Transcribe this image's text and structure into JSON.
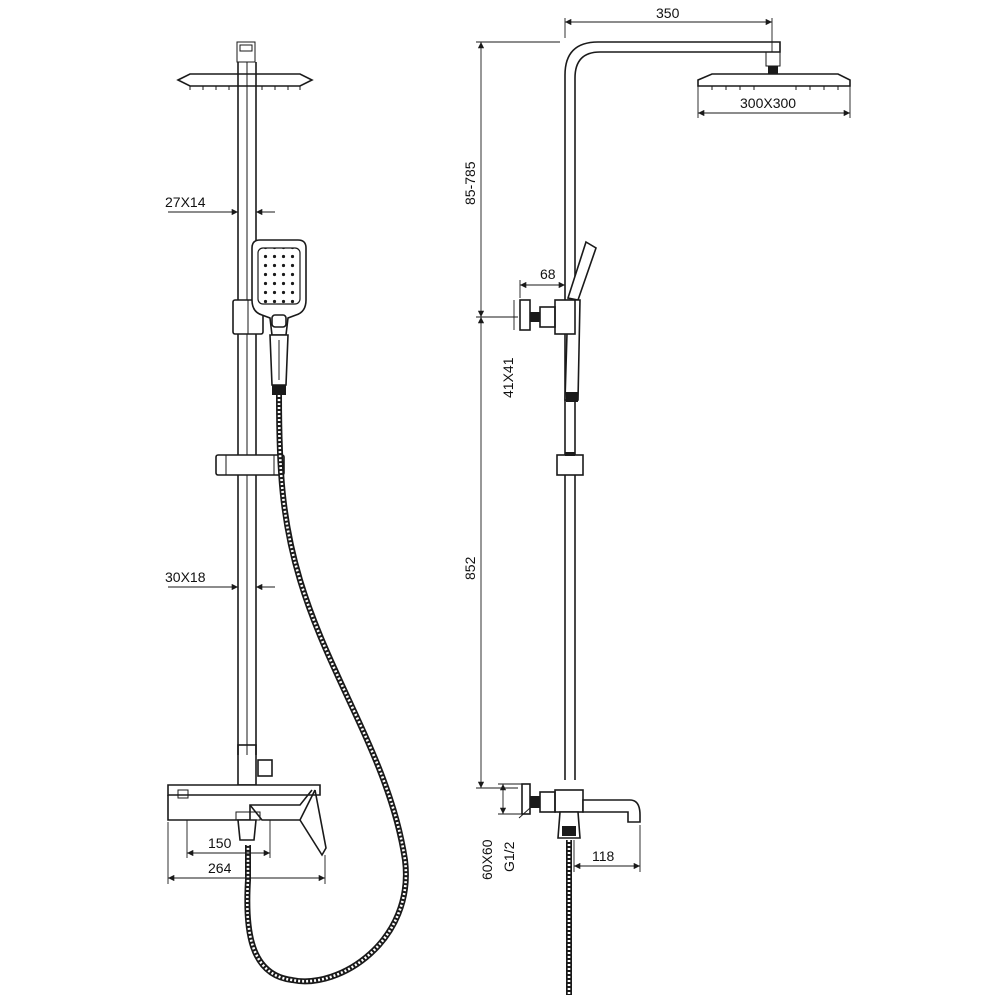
{
  "front_view": {
    "pipe_upper": "27X14",
    "pipe_lower": "30X18",
    "width_150": "150",
    "width_264": "264"
  },
  "side_view": {
    "arm_length": "350",
    "head_size": "300X300",
    "height_adjust": "85-785",
    "bracket_depth": "68",
    "bracket_size": "41X41",
    "height_852": "852",
    "connector_size": "60X60",
    "thread": "G1/2",
    "spout_length": "118"
  }
}
